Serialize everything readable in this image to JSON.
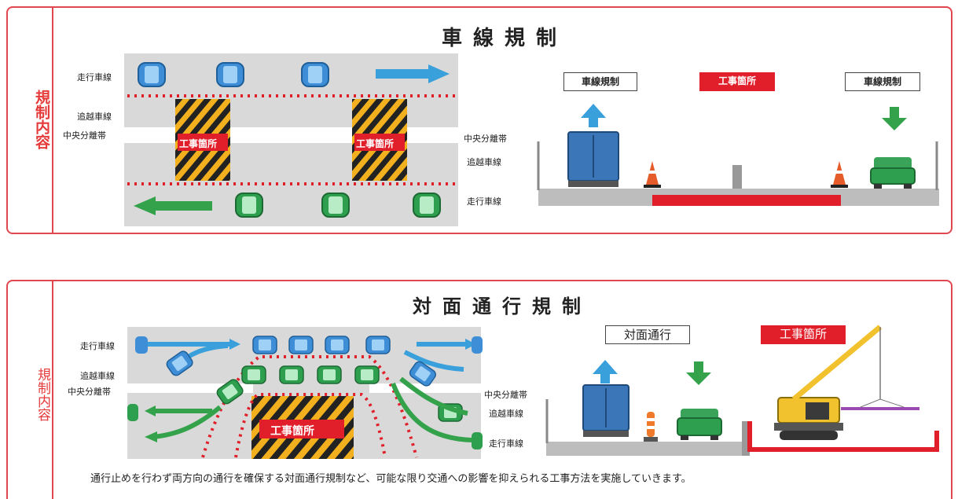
{
  "panel1": {
    "side_label": "規制内容",
    "title": "車線規制",
    "left": {
      "lane_labels_left": [
        "走行車線",
        "追越車線",
        "中央分離帯"
      ],
      "lane_labels_right": [
        "中央分離帯",
        "追越車線",
        "走行車線"
      ],
      "work_sign": "工事箇所"
    },
    "right": {
      "label_left": "車線規制",
      "label_center": "工事箇所",
      "label_right": "車線規制"
    }
  },
  "panel2": {
    "side_label": "規制内容",
    "title": "対面通行規制",
    "left": {
      "lane_labels_left": [
        "走行車線",
        "追越車線",
        "中央分離帯"
      ],
      "lane_labels_right": [
        "中央分離帯",
        "追越車線",
        "走行車線"
      ],
      "work_sign": "工事箇所"
    },
    "right": {
      "label_left": "対面通行",
      "label_right": "工事箇所"
    },
    "note": "通行止めを行わず両方向の通行を確保する対面通行規制など、可能な限り交通への影響を抑えられる工事方法を実施していきます。"
  },
  "colors": {
    "frame": "#e0474f",
    "blue_car": "#3d8ed6",
    "green_car": "#2e9e4f",
    "arrow_blue": "#3aa0db",
    "arrow_green": "#33a24a",
    "road": "#d9d9d9",
    "work_red": "#e11f2a"
  }
}
